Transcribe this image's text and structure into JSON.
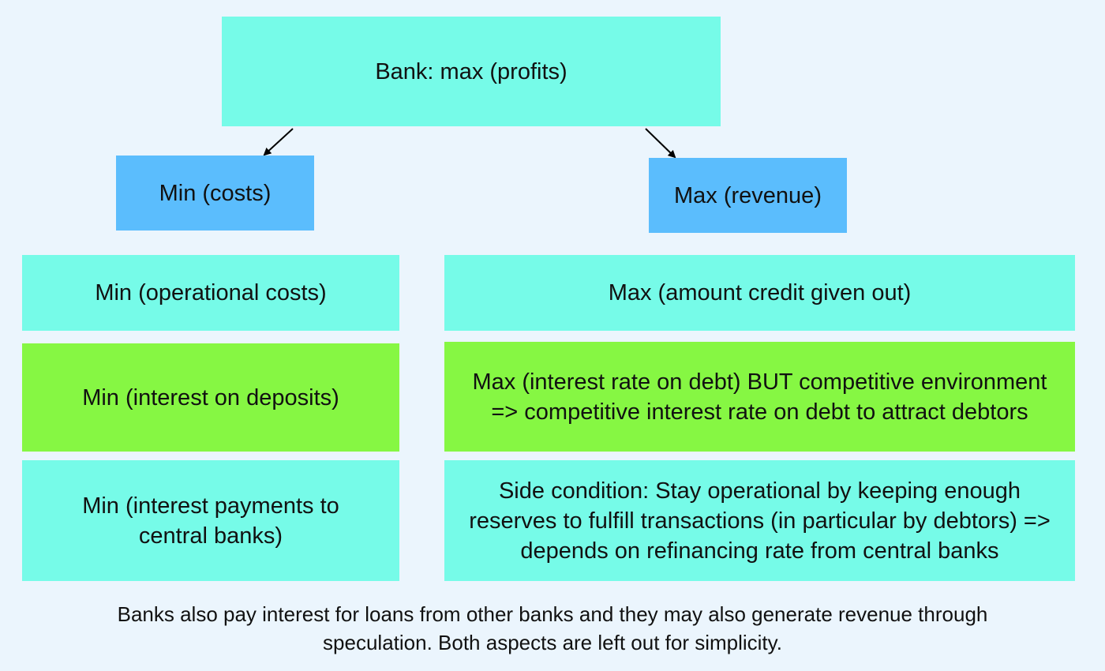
{
  "root": {
    "label": "Bank: max (profits)"
  },
  "branches": {
    "costs": {
      "label": "Min (costs)",
      "items": [
        "Min (operational costs)",
        "Min (interest on deposits)",
        "Min (interest payments to central banks)"
      ]
    },
    "revenue": {
      "label": "Max (revenue)",
      "items": [
        "Max (amount credit given out)",
        "Max (interest rate on debt) BUT competitive environment => competitive interest rate on debt to attract debtors",
        "Side condition: Stay operational by keeping enough reserves to fulfill transactions (in particular by debtors) => depends on refinancing rate from central banks"
      ]
    }
  },
  "footnote": "Banks also pay interest for loans from other banks and they may also generate revenue through\nspeculation. Both aspects are left out for simplicity.",
  "colors": {
    "background": "#ebf5fd",
    "cyan_box": "#76fbe8",
    "blue_box": "#5bbdfd",
    "green_box": "#86f743",
    "arrow": "#000000"
  }
}
